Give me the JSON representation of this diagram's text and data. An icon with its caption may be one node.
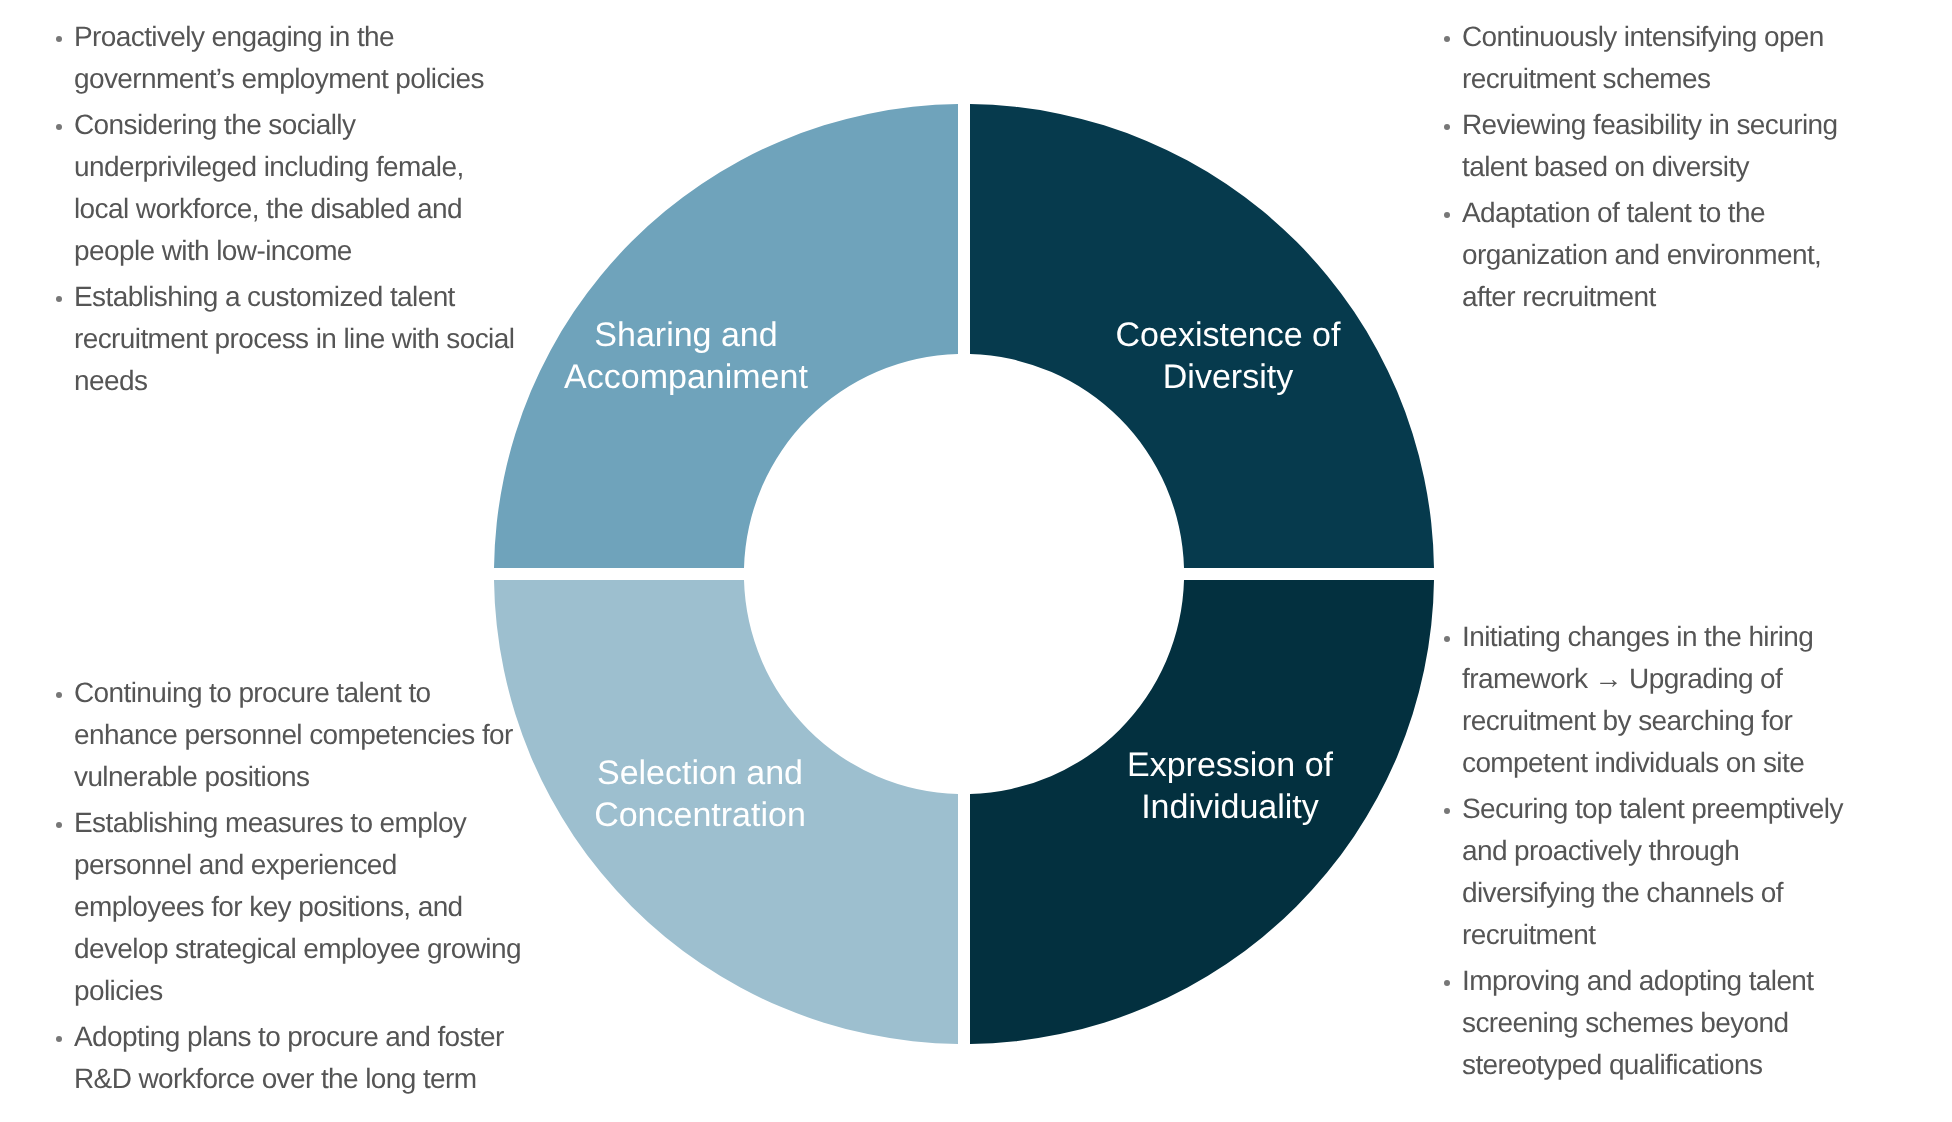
{
  "diagram": {
    "nodes": [
      {
        "text": [
          "Sharing and Accompaniment"
        ],
        "beside": [
          "Proactively engaging in the government’s employment policies",
          "Considering the socially underprivileged including female, local workforce, the disabled and people with low-income",
          "Establishing a customized talent recruitment process in line with social needs"
        ]
      },
      {
        "text": [
          "Coexistence of Diversity"
        ],
        "beside": [
          "Continuously intensifying open recruitment schemes",
          "Reviewing feasibility in securing talent based on diversity",
          "Adaptation of talent to the organization and environment, after recruitment"
        ]
      },
      {
        "text": [
          "Selection and Concentration"
        ],
        "beside": [
          "Continuing to procure talent to enhance personnel competencies for vulnerable positions",
          "Establishing measures to employ personnel and experienced employees for key positions, and develop strategical employee growing policies",
          "Adopting plans to procure and foster R&D workforce over the long term"
        ]
      },
      {
        "text": [
          "Expression of Individuality"
        ],
        "beside": [
          "Initiating changes in the hiring framework → Upgrading of recruitment by searching for competent individuals on site",
          "Securing top talent preemptively and proactively through diversifying the channels of recruitment",
          "Improving and adopting talent screening schemes beyond stereotyped qualifications"
        ]
      }
    ]
  }
}
